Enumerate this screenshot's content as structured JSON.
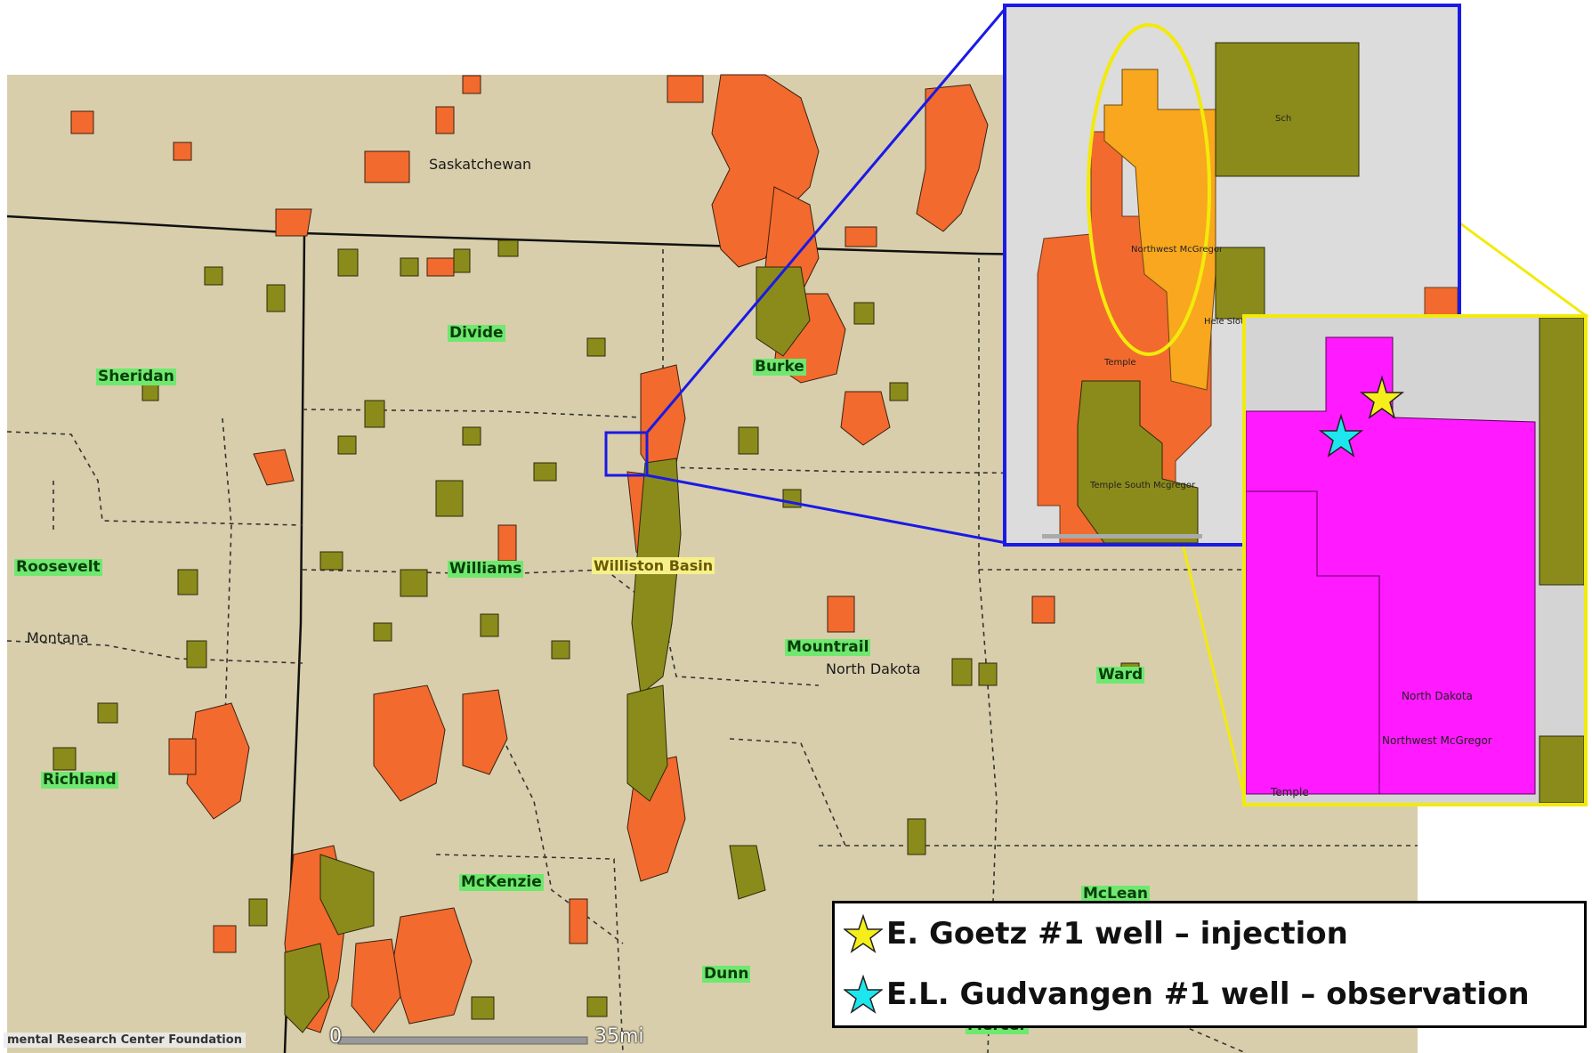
{
  "map": {
    "region_labels": [
      "Saskatchewan",
      "Montana",
      "North Dakota"
    ],
    "county_labels": [
      "Divide",
      "Sheridan",
      "Burke",
      "Roosevelt",
      "Williams",
      "Mountrail",
      "Ward",
      "Richland",
      "McKenzie",
      "McLean",
      "Dunn",
      "Mercer"
    ],
    "basin_label": "Williston Basin",
    "attribution": "mental Research Center Foundation",
    "scale_start": "0",
    "scale_end": "35mi",
    "colors": {
      "background": "#d9ceab",
      "orange_fields": "#f26a2e",
      "olive_fields": "#8b8b1c",
      "county_label_bg": "#6fe86f",
      "inset1_border": "#1a1ae6",
      "inset2_border": "#f2ea0c",
      "magenta_field": "#ff1aff",
      "amber_field": "#f9a71e"
    }
  },
  "inset1": {
    "labels": [
      "Northwest McGregor",
      "Hele Slough",
      "Temple",
      "Temple South Mcgregor",
      "Sch"
    ]
  },
  "inset2": {
    "labels": [
      "North Dakota",
      "Northwest McGregor",
      "Temple"
    ]
  },
  "legend": {
    "items": [
      {
        "label": "E. Goetz #1 well – injection",
        "star_color": "#f5ee1a"
      },
      {
        "label": "E.L. Gudvangen #1 well – observation",
        "star_color": "#1ee6ee"
      }
    ]
  }
}
